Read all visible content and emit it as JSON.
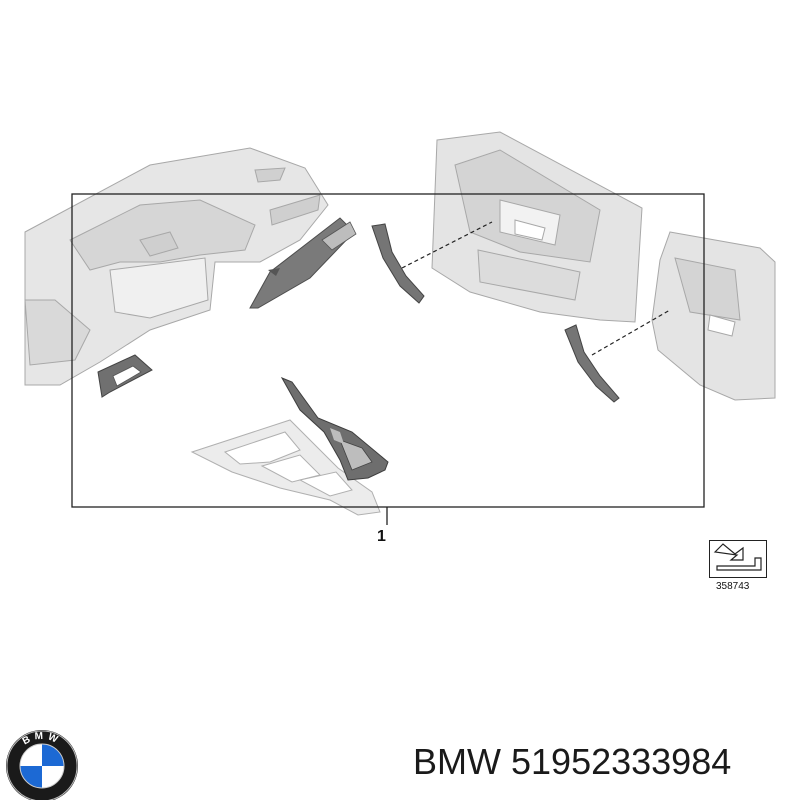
{
  "diagram": {
    "callout_number": "1",
    "illustration_number": "358743"
  },
  "footer": {
    "brand": "BMW",
    "part_number": "51952333984"
  },
  "logo": {
    "icon": "bmw-roundel-icon",
    "lettering": "BMW",
    "colors": {
      "blue": "#1c69d4",
      "ring": "#1a1a1a",
      "white": "#ffffff"
    }
  },
  "colors": {
    "frame_line": "#222222",
    "part_fill_light": "#e4e4e4",
    "part_outline": "#9a9a9a",
    "trim_fill_dark": "#6d6d6d"
  }
}
